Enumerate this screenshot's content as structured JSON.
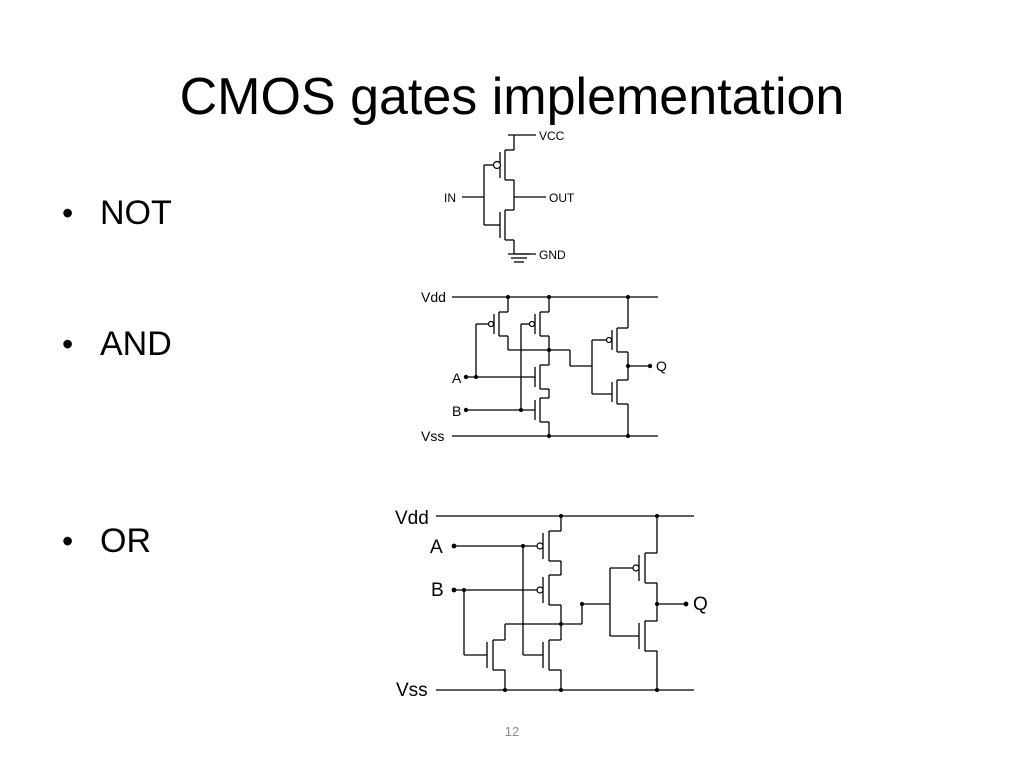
{
  "slide": {
    "title": "CMOS gates implementation",
    "page_number": "12"
  },
  "bullets": [
    {
      "label": "NOT",
      "bullet": "•"
    },
    {
      "label": "AND",
      "bullet": "•"
    },
    {
      "label": "OR",
      "bullet": "•"
    }
  ],
  "not_gate": {
    "vcc_label": "VCC",
    "in_label": "IN",
    "out_label": "OUT",
    "gnd_label": "GND"
  },
  "and_gate": {
    "vdd_label": "Vdd",
    "a_label": "A",
    "b_label": "B",
    "vss_label": "Vss",
    "q_label": "Q"
  },
  "or_gate": {
    "vdd_label": "Vdd",
    "a_label": "A",
    "b_label": "B",
    "vss_label": "Vss",
    "q_label": "Q"
  }
}
